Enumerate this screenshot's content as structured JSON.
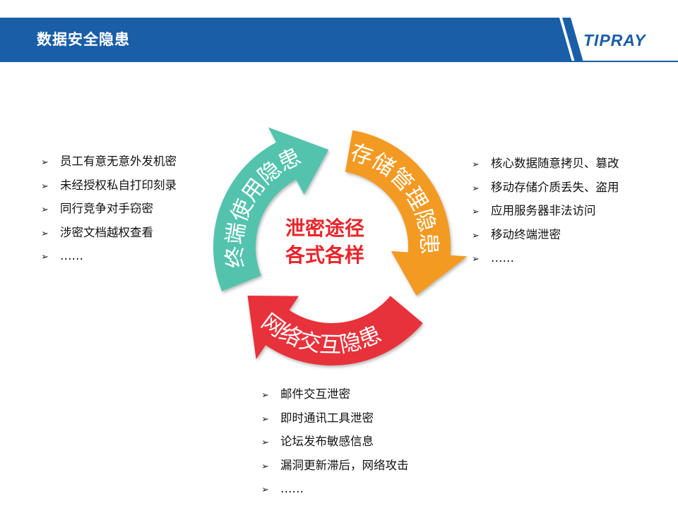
{
  "header": {
    "title": "数据安全隐患",
    "logo_text": "TIPRAY",
    "bar_color": "#1a5ea8"
  },
  "diagram": {
    "center_line1": "泄密途径",
    "center_line2": "各式各样",
    "segments": [
      {
        "label": "终端使用隐患",
        "color": "#52c3ad"
      },
      {
        "label": "存储管理隐患",
        "color": "#f39a21"
      },
      {
        "label": "网络交互隐患",
        "color": "#e8313a"
      }
    ]
  },
  "lists": {
    "left": [
      "员工有意无意外发机密",
      "未经授权私自打印刻录",
      "同行竞争对手窃密",
      "涉密文档越权查看",
      "……"
    ],
    "right": [
      "核心数据随意拷贝、篡改",
      "移动存储介质丢失、盗用",
      "应用服务器非法访问",
      "移动终端泄密",
      "……"
    ],
    "bottom": [
      "邮件交互泄密",
      "即时通讯工具泄密",
      "论坛发布敏感信息",
      "漏洞更新滞后，网络攻击",
      "……"
    ]
  },
  "bullet_glyph": "➢"
}
